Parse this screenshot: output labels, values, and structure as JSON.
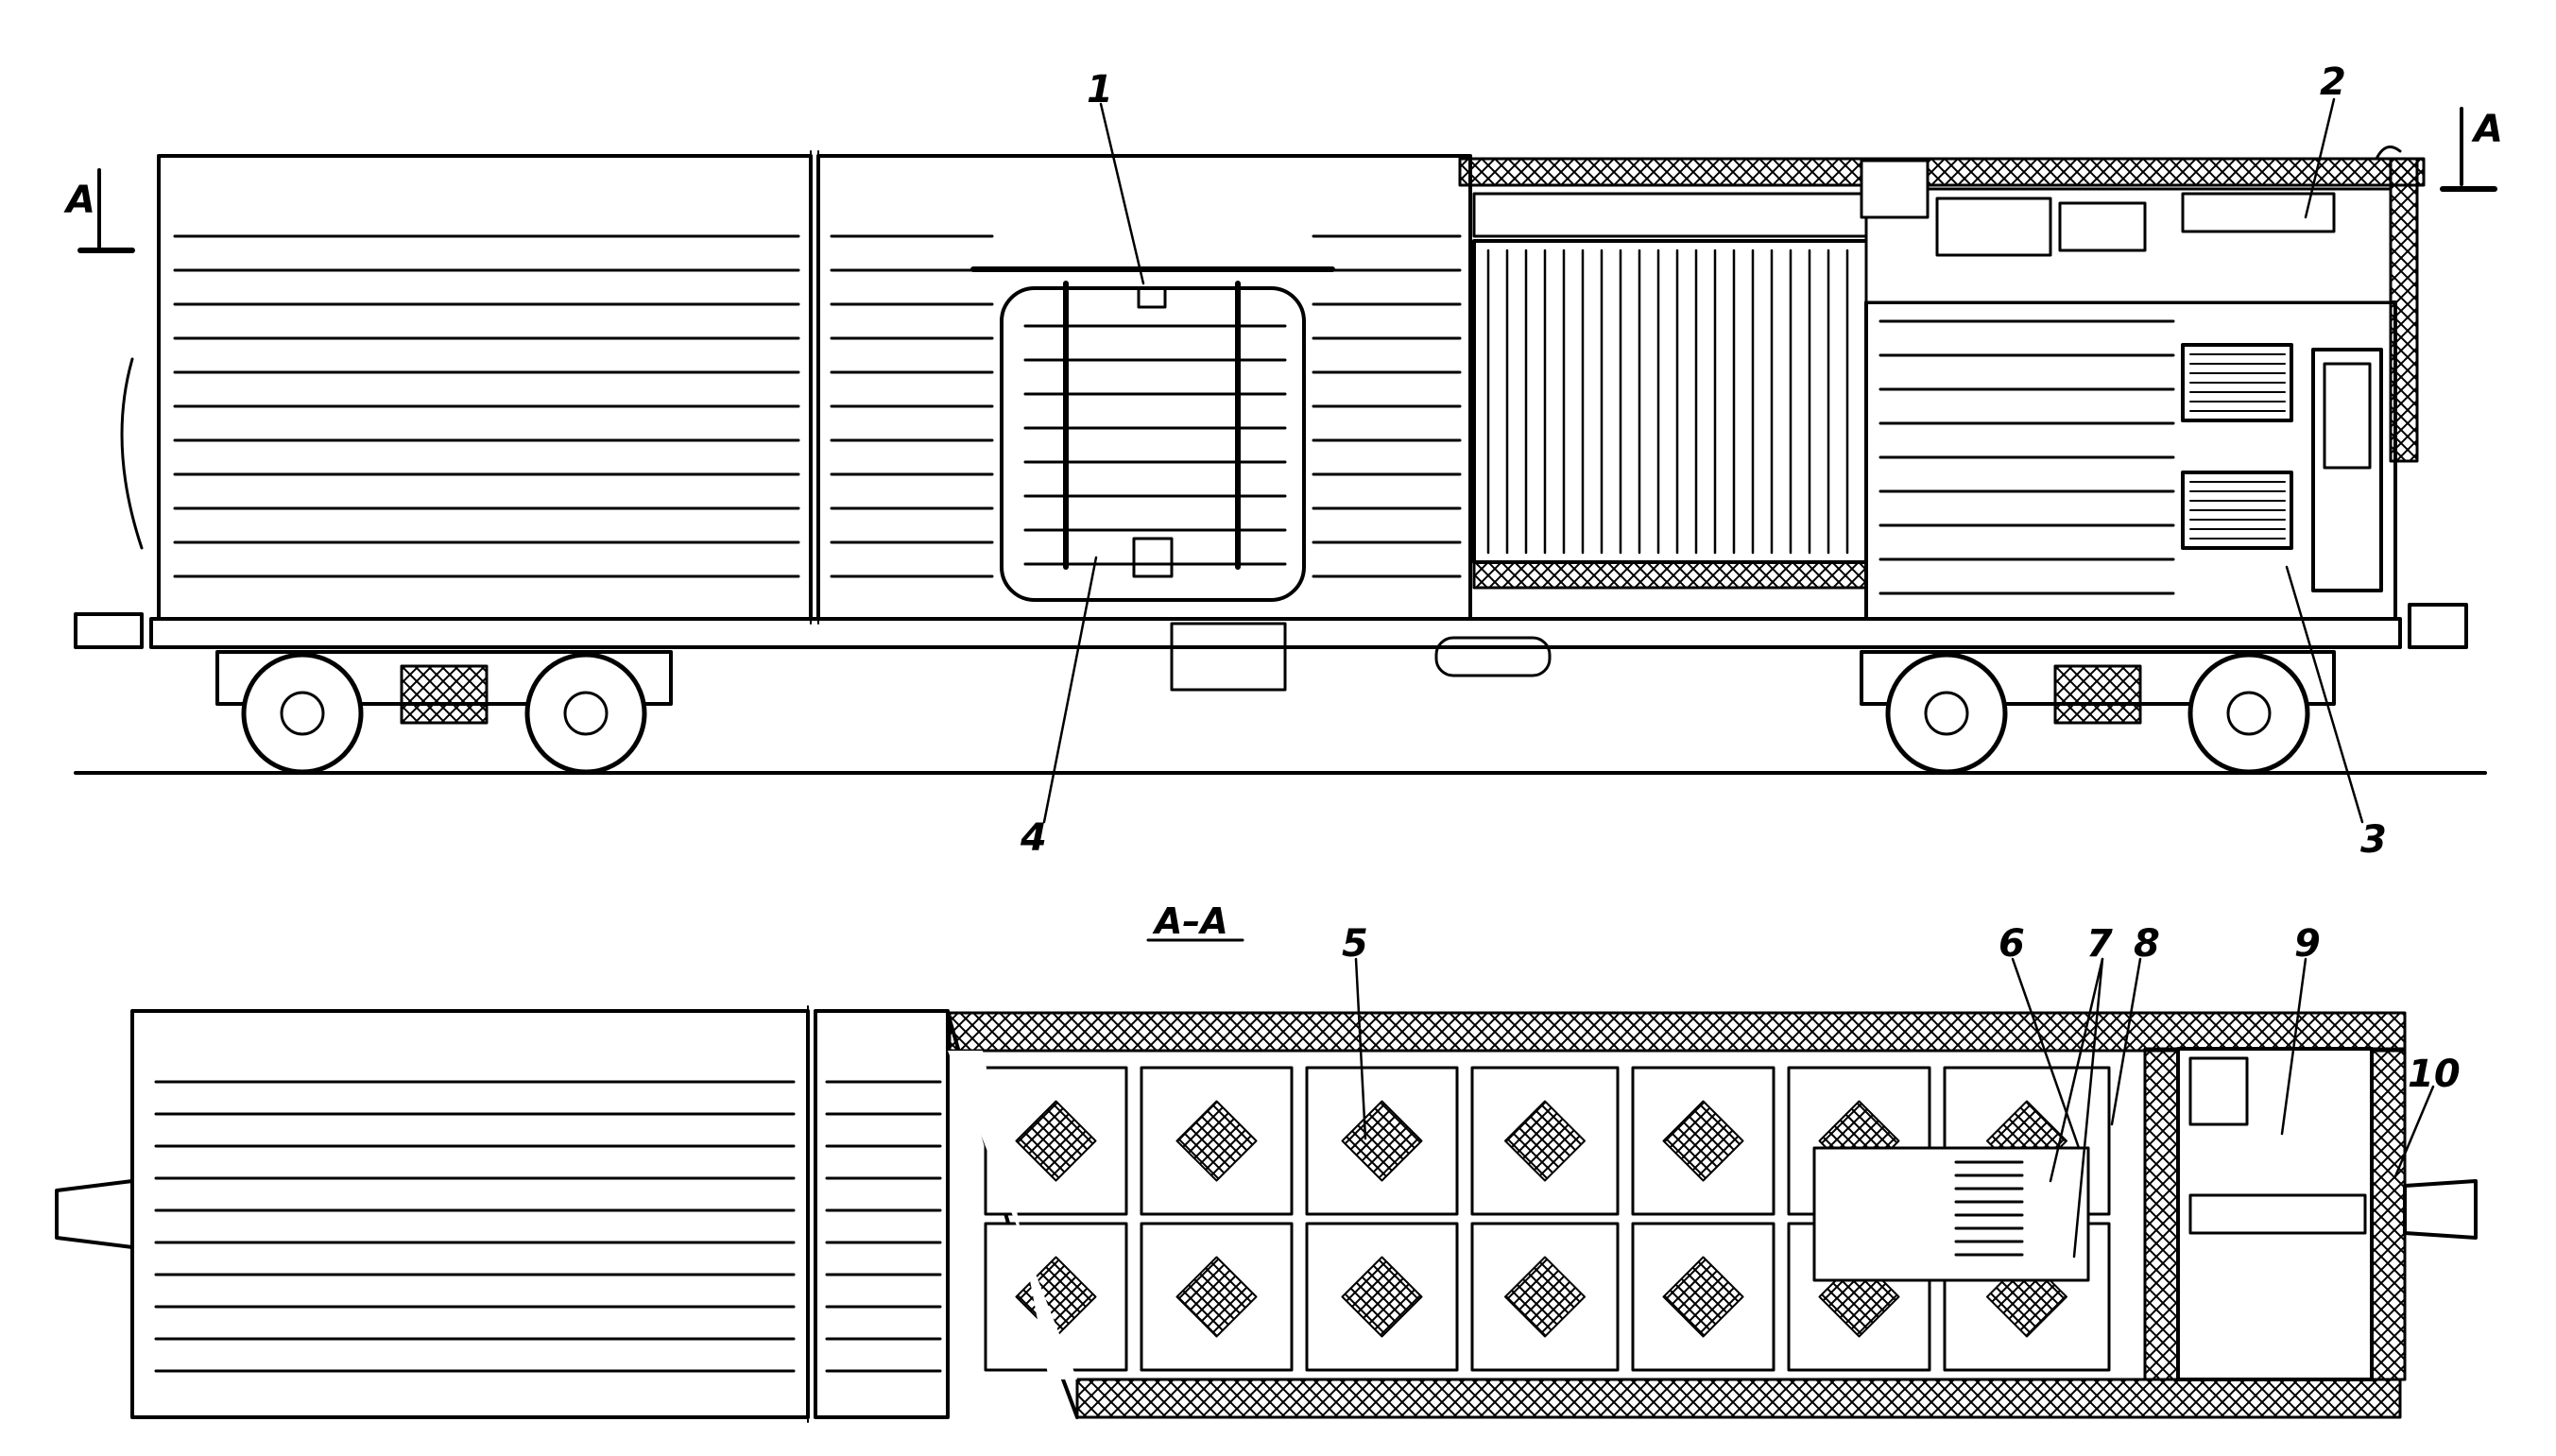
{
  "diagram": {
    "section_arrow_left": "A",
    "section_arrow_right": "A",
    "section_title": "A–A",
    "callouts": [
      "1",
      "2",
      "3",
      "4",
      "5",
      "6",
      "7",
      "8",
      "9",
      "10"
    ]
  },
  "colors": {
    "ink": "#000000",
    "background": "#ffffff"
  }
}
